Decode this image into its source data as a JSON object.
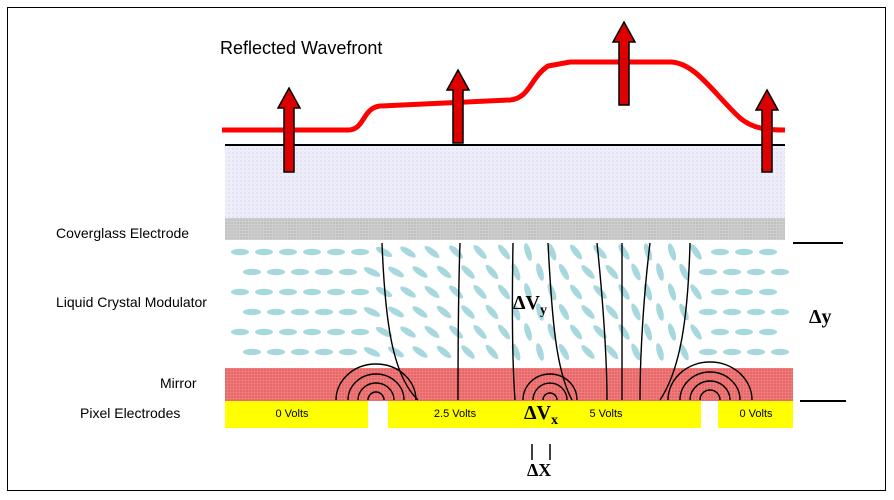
{
  "title": "Reflected Wavefront",
  "labels": {
    "coverglass": "Coverglass Electrode",
    "liquid_crystal": "Liquid Crystal Modulator",
    "mirror": "Mirror",
    "pixel_electrodes": "Pixel Electrodes"
  },
  "voltages": [
    "0 Volts",
    "2.5 Volts",
    "5 Volts",
    "0 Volts"
  ],
  "symbols": {
    "delta_vy_main": "ΔV",
    "delta_vy_sub": "y",
    "delta_vx_main": "ΔV",
    "delta_vx_sub": "x",
    "delta_x": "ΔX",
    "delta_y": "Δy"
  },
  "colors": {
    "wavefront": "#ff0000",
    "arrow_fill": "#cc0000",
    "glass": "#eeeefa",
    "coverglass": "#c8c8c8",
    "lc_molecule": "#a6d8de",
    "mirror": "#f07070",
    "electrode": "#ffff00"
  }
}
